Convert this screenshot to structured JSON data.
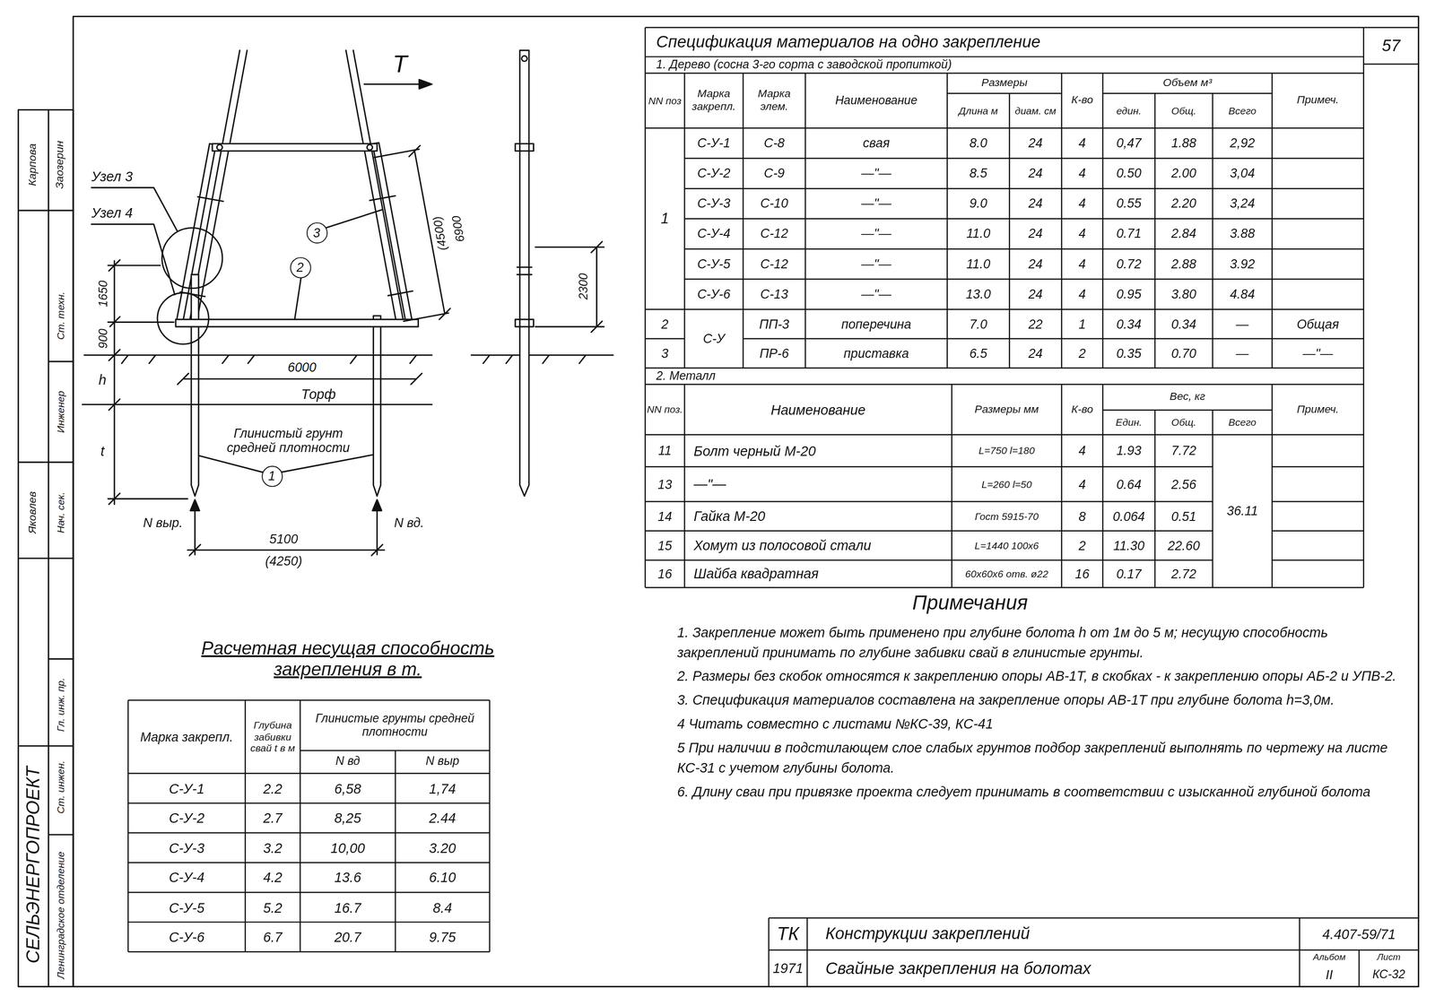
{
  "diagram": {
    "nodes": [
      {
        "text": [
          "1"
        ]
      },
      {
        "text": [
          "2"
        ]
      },
      {
        "text": [
          "3"
        ]
      }
    ],
    "labels": [
      "СЕЛЬЭНЕРГОПРОЕКТ",
      "Ленинградское отделение",
      "Ст. инжен.",
      "Гл. инж. пр.",
      "Нач. сек.",
      "Ст. техн.",
      "Инженер",
      "Яковлев",
      "Карпова",
      "Заозерин",
      "Т",
      "Узел 3",
      "Узел 4",
      "1650",
      "900",
      "h",
      "t",
      "6000",
      "Торф",
      "Глинистый грунт средней плотности",
      "(4500)",
      "6900",
      "N выр.",
      "N вд.",
      "5100",
      "(4250)",
      "2300",
      "Расчетная несущая способность закрепления в т.",
      "Марка закрепл.",
      "Глубина забивки свай t в м",
      "Глинистые грунты средней плотности",
      "N вд",
      "N выр",
      "С-У-1",
      "2.2",
      "6,58",
      "1,74",
      "С-У-2",
      "2.7",
      "8,25",
      "2.44",
      "С-У-3",
      "3.2",
      "10,00",
      "3.20",
      "С-У-4",
      "4.2",
      "13.6",
      "6.10",
      "С-У-5",
      "5.2",
      "16.7",
      "8.4",
      "С-У-6",
      "6.7",
      "20.7",
      "9.75",
      "Спецификация материалов на одно закрепление",
      "57",
      "1. Дерево (сосна 3-го сорта с заводской пропиткой)",
      "NN поз",
      "Марка закрепл.",
      "Марка элем.",
      "Наименование",
      "Размеры",
      "Длина м",
      "диам. см",
      "К-во",
      "Объем м³",
      "един.",
      "Общ.",
      "Всего",
      "Примеч.",
      "1",
      "С-У-1",
      "С-8",
      "свая",
      "8.0",
      "24",
      "4",
      "0,47",
      "1.88",
      "2,92",
      "С-У-2",
      "С-9",
      "—\"—",
      "8.5",
      "24",
      "4",
      "0.50",
      "2.00",
      "3,04",
      "С-У-3",
      "С-10",
      "—\"—",
      "9.0",
      "24",
      "4",
      "0.55",
      "2.20",
      "3,24",
      "С-У-4",
      "С-12",
      "—\"—",
      "11.0",
      "24",
      "4",
      "0.71",
      "2.84",
      "3.88",
      "С-У-5",
      "С-12",
      "—\"—",
      "11.0",
      "24",
      "4",
      "0.72",
      "2.88",
      "3.92",
      "С-У-6",
      "С-13",
      "—\"—",
      "13.0",
      "24",
      "4",
      "0.95",
      "3.80",
      "4.84",
      "2",
      "С-У",
      "ПП-3",
      "поперечина",
      "7.0",
      "22",
      "1",
      "0.34",
      "0.34",
      "—",
      "Общая",
      "3",
      "ПР-6",
      "приставка",
      "6.5",
      "24",
      "2",
      "0.35",
      "0.70",
      "—",
      "—\"—",
      "2. Металл",
      "NN поз.",
      "Наименование",
      "Размеры мм",
      "К-во",
      "Вес, кг",
      "Един.",
      "Общ.",
      "Всего",
      "Примеч.",
      "11",
      "Болт черный М-20",
      "L=750 l=180",
      "4",
      "1.93",
      "7.72",
      "36.11",
      "13",
      "—\"—",
      "L=260 l=50",
      "4",
      "0.64",
      "2.56",
      "14",
      "Гайка М-20",
      "Гост 5915-70",
      "8",
      "0.064",
      "0.51",
      "15",
      "Хомут из полосовой стали",
      "L=1440 100x6",
      "2",
      "11.30",
      "22.60",
      "16",
      "Шайба квадратная",
      "60x60x6 отв. ø22",
      "16",
      "0.17",
      "2.72",
      "Примечания",
      "1. Закрепление может быть применено при глубине болота h от 1м до 5 м; несущую способность закреплений принимать по глубине забивки свай в глинистые грунты.",
      "2. Размеры без скобок относятся к закреплению опоры АВ-1Т, в скобках - к закреплению опоры АБ-2 и УПВ-2.",
      "3. Спецификация материалов составлена на закрепление опоры АВ-1Т при глубине болота h=3,0м.",
      "4 Читать совместно с листами №КС-39, КС-41",
      "5 При наличии в подстилающем слое слабых грунтов подбор закреплений выполнять по чертежу на листе КС-31 с учетом глубины болота.",
      "6. Длину сваи при привязке проекта следует принимать в соответствии с изысканной глубиной болота",
      "ТК",
      "1971",
      "Конструкции закреплений",
      "Свайные закрепления на болотах",
      "4.407-59/71",
      "Альбом",
      "II",
      "Лист",
      "КС-32"
    ]
  }
}
